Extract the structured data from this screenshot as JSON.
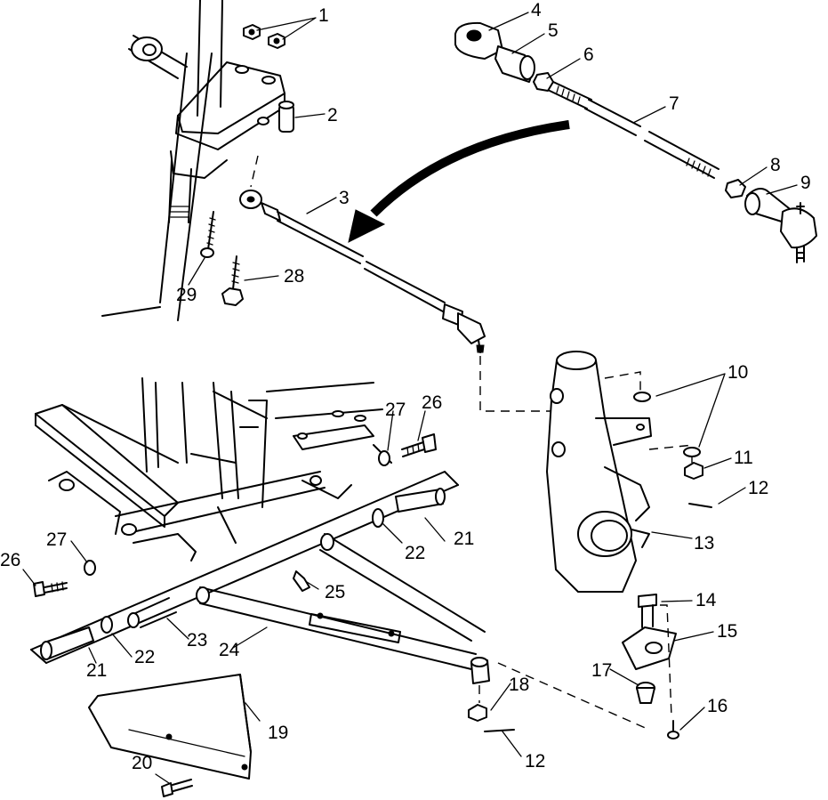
{
  "callouts": [
    {
      "id": "c1",
      "text": "1"
    },
    {
      "id": "c2",
      "text": "2"
    },
    {
      "id": "c3",
      "text": "3"
    },
    {
      "id": "c4",
      "text": "4"
    },
    {
      "id": "c5",
      "text": "5"
    },
    {
      "id": "c6",
      "text": "6"
    },
    {
      "id": "c7",
      "text": "7"
    },
    {
      "id": "c8",
      "text": "8"
    },
    {
      "id": "c9",
      "text": "9"
    },
    {
      "id": "c10",
      "text": "10"
    },
    {
      "id": "c11",
      "text": "11"
    },
    {
      "id": "c12a",
      "text": "12"
    },
    {
      "id": "c13",
      "text": "13"
    },
    {
      "id": "c14",
      "text": "14"
    },
    {
      "id": "c15",
      "text": "15"
    },
    {
      "id": "c16",
      "text": "16"
    },
    {
      "id": "c17",
      "text": "17"
    },
    {
      "id": "c18",
      "text": "18"
    },
    {
      "id": "c12b",
      "text": "12"
    },
    {
      "id": "c19",
      "text": "19"
    },
    {
      "id": "c20",
      "text": "20"
    },
    {
      "id": "c21a",
      "text": "21"
    },
    {
      "id": "c22a",
      "text": "22"
    },
    {
      "id": "c23",
      "text": "23"
    },
    {
      "id": "c24",
      "text": "24"
    },
    {
      "id": "c21b",
      "text": "21"
    },
    {
      "id": "c22b",
      "text": "22"
    },
    {
      "id": "c25",
      "text": "25"
    },
    {
      "id": "c26a",
      "text": "26"
    },
    {
      "id": "c27a",
      "text": "27"
    },
    {
      "id": "c26b",
      "text": "26"
    },
    {
      "id": "c27b",
      "text": "27"
    },
    {
      "id": "c28",
      "text": "28"
    },
    {
      "id": "c29",
      "text": "29"
    }
  ]
}
